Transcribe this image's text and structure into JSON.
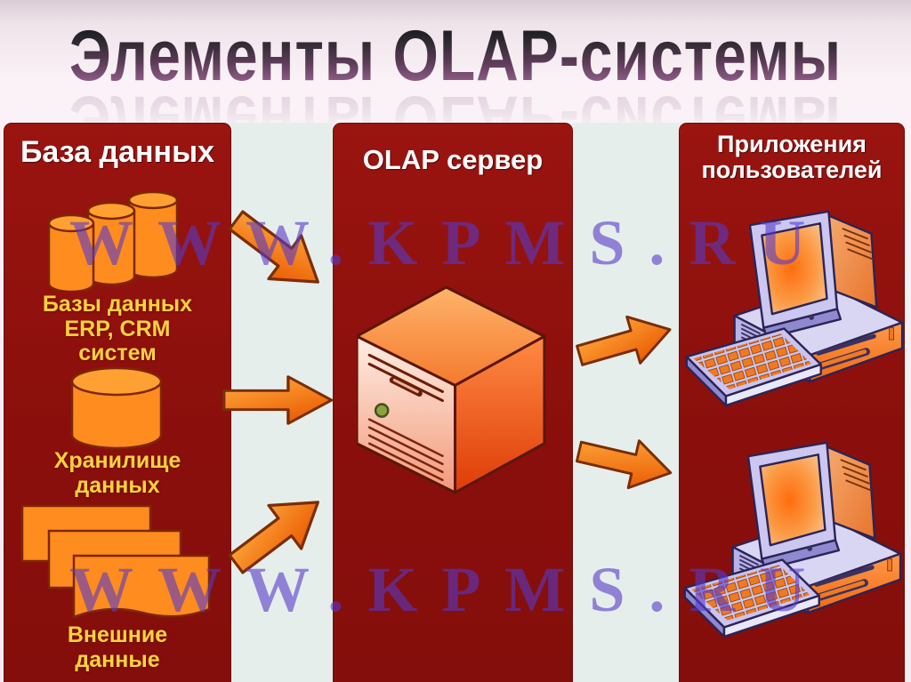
{
  "slide": {
    "title": "Элементы OLAP-системы",
    "watermark_text": "WWW.KPMS.RU"
  },
  "panels": {
    "database": {
      "header": "База данных",
      "erp_label": "Базы данных\nERP, CRM\nсистем",
      "warehouse_label": "Хранилище\nданных",
      "external_label": "Внешние\nданные"
    },
    "olap_server": {
      "header": "OLAP сервер"
    },
    "user_apps": {
      "header": "Приложения\nпользователей"
    }
  },
  "flow": {
    "database_to_server": [
      "down-right",
      "right",
      "up-right"
    ],
    "server_to_apps": [
      "up-right",
      "down-right"
    ]
  },
  "icons": {
    "database_group": "three-database-cylinders",
    "warehouse": "database-cylinder",
    "external": "stacked-documents",
    "server": "tower-server",
    "apps": "desktop-computer",
    "arrow": "block-arrow"
  },
  "colors": {
    "panel_red": "#8C100D",
    "gap_light": "#E6EEEC",
    "accent_orange": "#FF8C1F",
    "label_yellow": "#FFD33E",
    "header_white": "#FFFFFF",
    "watermark_purple": "#5638C8"
  }
}
